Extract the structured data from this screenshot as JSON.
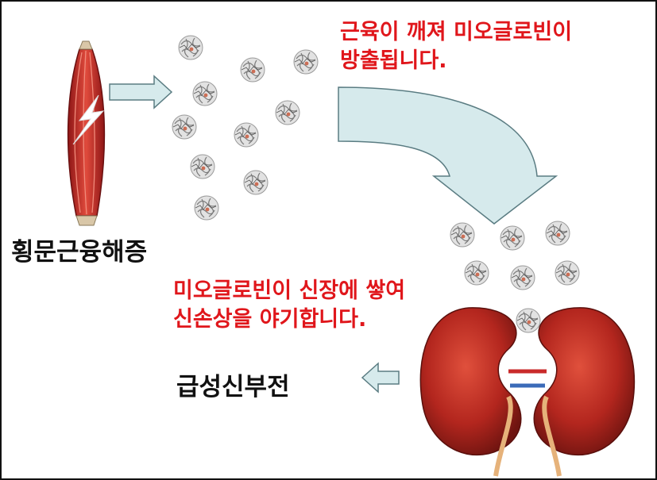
{
  "labels": {
    "rhabdo": "횡문근융해증",
    "release_line1": "근육이 깨져 미오글로빈이",
    "release_line2": "방출됩니다.",
    "kidney_line1": "미오글로빈이 신장에 쌓여",
    "kidney_line2": "신손상을 야기합니다.",
    "aki": "급성신부전"
  },
  "colors": {
    "red_text": "#e0161b",
    "arrow_fill": "#d6eaec",
    "arrow_stroke": "#5a7c82",
    "muscle": "#c8282a",
    "kidney": "#b3261e"
  }
}
